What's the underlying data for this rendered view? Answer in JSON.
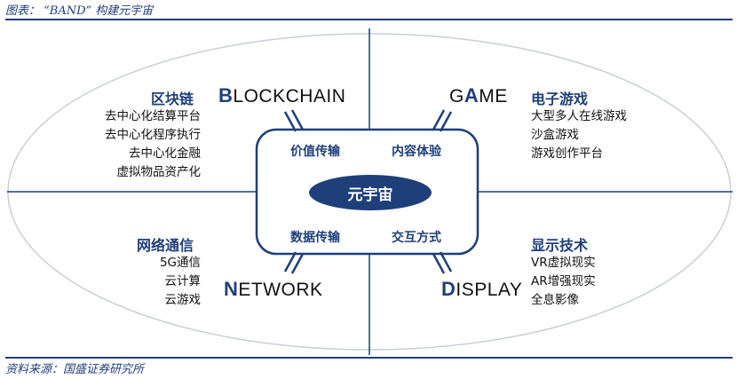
{
  "caption": "图表： “BAND” 构建元宇宙",
  "source": "资料来源：国盛证券研究所",
  "core": "元宇宙",
  "pills": {
    "top_left": "价值传输",
    "top_right": "内容体验",
    "bottom_left": "数据传输",
    "bottom_right": "交互方式"
  },
  "quadrants": {
    "blockchain": {
      "initial": "B",
      "rest": "LOCKCHAIN",
      "title": "区块链",
      "items": [
        "去中心化结算平台",
        "去中心化程序执行",
        "去中心化金融",
        "虚拟物品资产化"
      ]
    },
    "game": {
      "pre": "G",
      "initial": "A",
      "rest": "ME",
      "title": "电子游戏",
      "items": [
        "大型多人在线游戏",
        "沙盒游戏",
        "游戏创作平台"
      ]
    },
    "network": {
      "initial": "N",
      "rest": "ETWORK",
      "title": "网络通信",
      "items": [
        "5G通信",
        "云计算",
        "云游戏"
      ]
    },
    "display": {
      "initial": "D",
      "rest": "ISPLAY",
      "title": "显示技术",
      "items": [
        "VR虚拟现实",
        "AR增强现实",
        "全息影像"
      ]
    }
  },
  "colors": {
    "primary": "#1f3f7a",
    "ellipse": "#c9ced8"
  }
}
